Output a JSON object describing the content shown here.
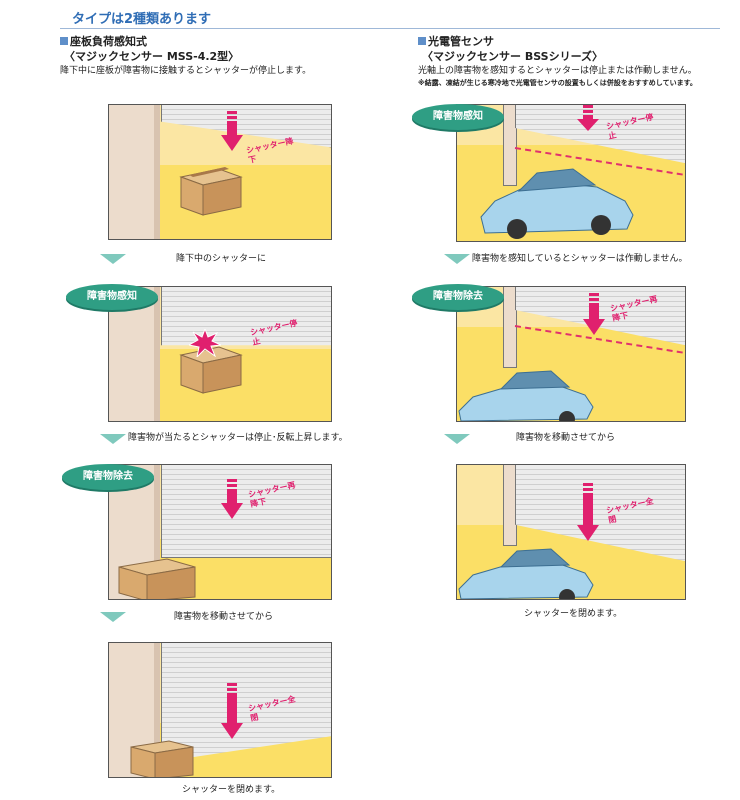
{
  "header": {
    "title": "タイプは2種類あります"
  },
  "left": {
    "title": "座板負荷感知式",
    "subtitle": "〈マジックセンサー MSS-4.2型〉",
    "description": "降下中に座板が障害物に接触するとシャッターが停止します。",
    "steps": [
      {
        "label": "シャッター降下",
        "caption": "降下中のシャッターに"
      },
      {
        "bubble": "障害物感知",
        "label": "シャッター停止",
        "caption": "障害物が当たるとシャッターは停止･反転上昇します。"
      },
      {
        "bubble": "障害物除去",
        "label": "シャッター再降下",
        "caption": "障害物を移動させてから"
      },
      {
        "label": "シャッター全閉",
        "caption": "シャッターを閉めます。"
      }
    ]
  },
  "right": {
    "title": "光電管センサ",
    "subtitle": "〈マジックセンサー BSSシリーズ〉",
    "description": "光軸上の障害物を感知するとシャッターは停止または作動しません。",
    "note": "※結露、凍結が生じる寒冷地で光電管センサの設置もしくは併設をおすすめしています。",
    "steps": [
      {
        "bubble": "障害物感知",
        "label": "シャッター停止",
        "caption": "障害物を感知しているとシャッターは作動しません。"
      },
      {
        "bubble": "障害物除去",
        "label": "シャッター再降下",
        "caption": "障害物を移動させてから"
      },
      {
        "label": "シャッター全閉",
        "caption": "シャッターを閉めます。"
      }
    ]
  },
  "colors": {
    "accent": "#2f6db5",
    "bubble": "#2f9e84",
    "arrow": "#e0206e",
    "floor": "#fbdf66"
  }
}
